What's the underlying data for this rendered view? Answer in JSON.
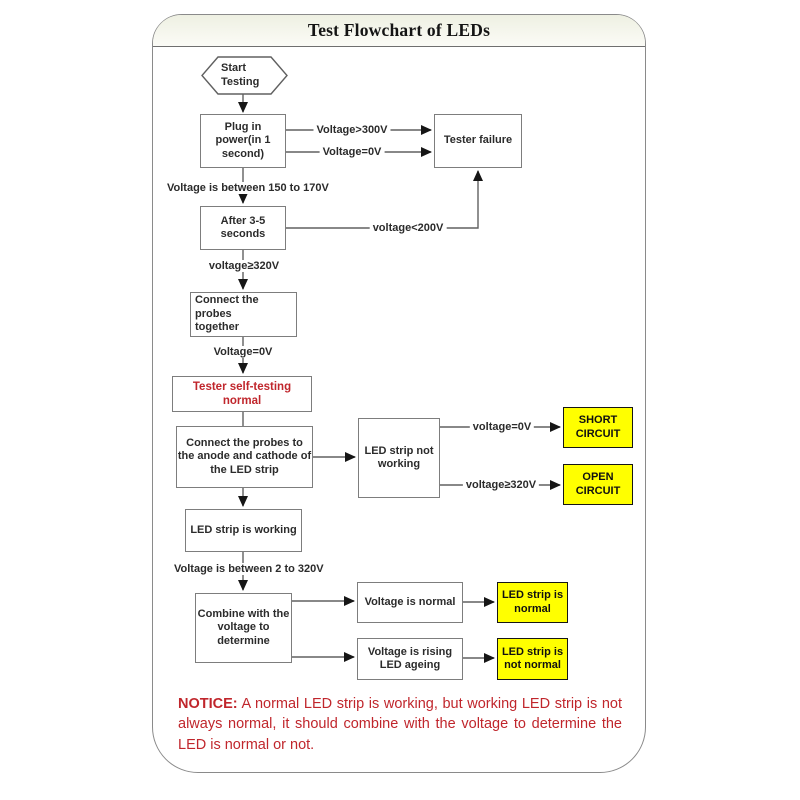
{
  "header": {
    "title": "Test Flowchart of LEDs"
  },
  "nodes": {
    "start": "Start\nTesting",
    "plug_in_power": "Plug in\npower(in 1\nsecond)",
    "tester_failure": "Tester failure",
    "after_seconds": "After 3-5\nseconds",
    "connect_probes_together": "Connect the probes\ntogether",
    "tester_self_testing": "Tester self-testing normal",
    "connect_probes_anode": "Connect the probes to\nthe anode and cathode of\nthe LED strip",
    "led_strip_not_working": "LED strip not\nworking",
    "short_circuit": "SHORT\nCIRCUIT",
    "open_circuit": "OPEN\nCIRCUIT",
    "led_strip_working": "LED strip is working",
    "combine_voltage": "Combine with the\nvoltage to\ndetermine",
    "voltage_is_normal": "Voltage is normal",
    "voltage_rising": "Voltage is rising\nLED ageing",
    "led_strip_normal": "LED strip is\nnormal",
    "led_strip_not_normal": "LED strip is\nnot normal"
  },
  "edge_labels": {
    "gt300": "Voltage>300V",
    "eq0_top": "Voltage=0V",
    "between_150_170": "Voltage is between 150 to 170V",
    "lt200": "voltage<200V",
    "ge320_main": "voltage≥320V",
    "eq0_mid": "Voltage=0V",
    "eq0_right": "voltage=0V",
    "ge320_right": "voltage≥320V",
    "between_2_320": "Voltage is between 2 to 320V"
  },
  "notice": {
    "prefix": "NOTICE:",
    "body": " A normal LED strip is working, but working LED strip is not always normal, it should combine with the voltage to determine the LED is normal or not."
  },
  "colors": {
    "highlight_yellow": "#ffff00",
    "alert_red": "#c0262c",
    "box_border_gray": "#7d7d7d",
    "line_gray": "#606060"
  }
}
